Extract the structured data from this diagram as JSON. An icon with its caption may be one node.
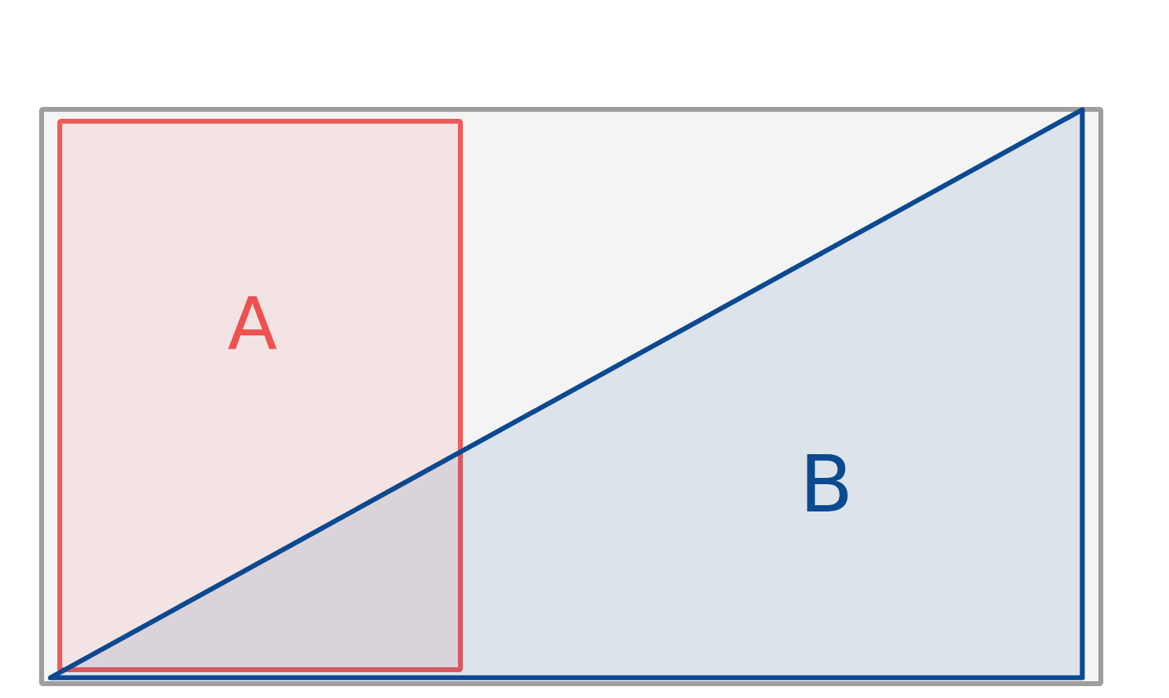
{
  "diagram": {
    "nodes": [
      {
        "text": [],
        "shape": "box"
      },
      {
        "text": [
          "A"
        ],
        "in": 0
      },
      {
        "text": [
          "B"
        ],
        "in": 0
      }
    ]
  }
}
